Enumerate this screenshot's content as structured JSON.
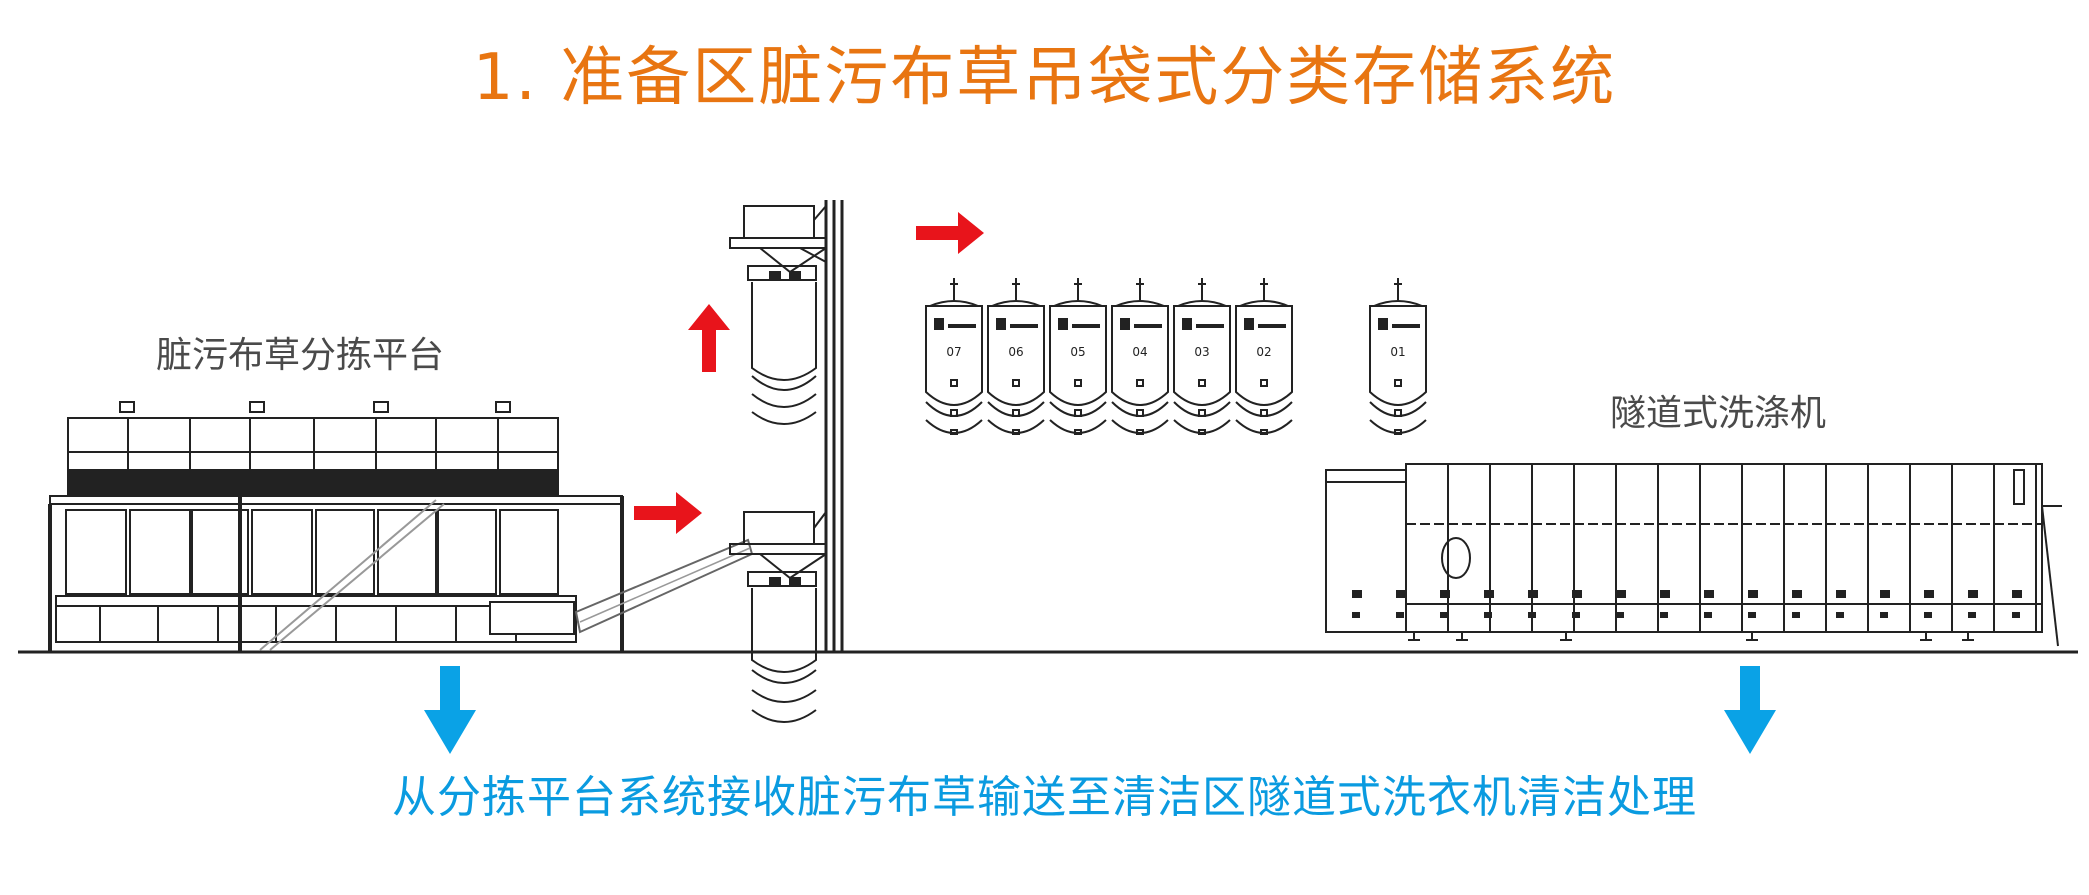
{
  "title": "1. 准备区脏污布草吊袋式分类存储系统",
  "labels": {
    "sorting_platform": "脏污布草分拣平台",
    "tunnel_washer": "隧道式洗涤机"
  },
  "caption": "从分拣平台系统接收脏污布草输送至清洁区隧道式洗衣机清洁处理",
  "bags": [
    "07",
    "06",
    "05",
    "04",
    "03",
    "02",
    "01"
  ],
  "colors": {
    "title": "#e87511",
    "caption": "#0a9be0",
    "red_arrow": "#e8141b",
    "blue_arrow": "#0aa2e6",
    "line": "#222222"
  }
}
